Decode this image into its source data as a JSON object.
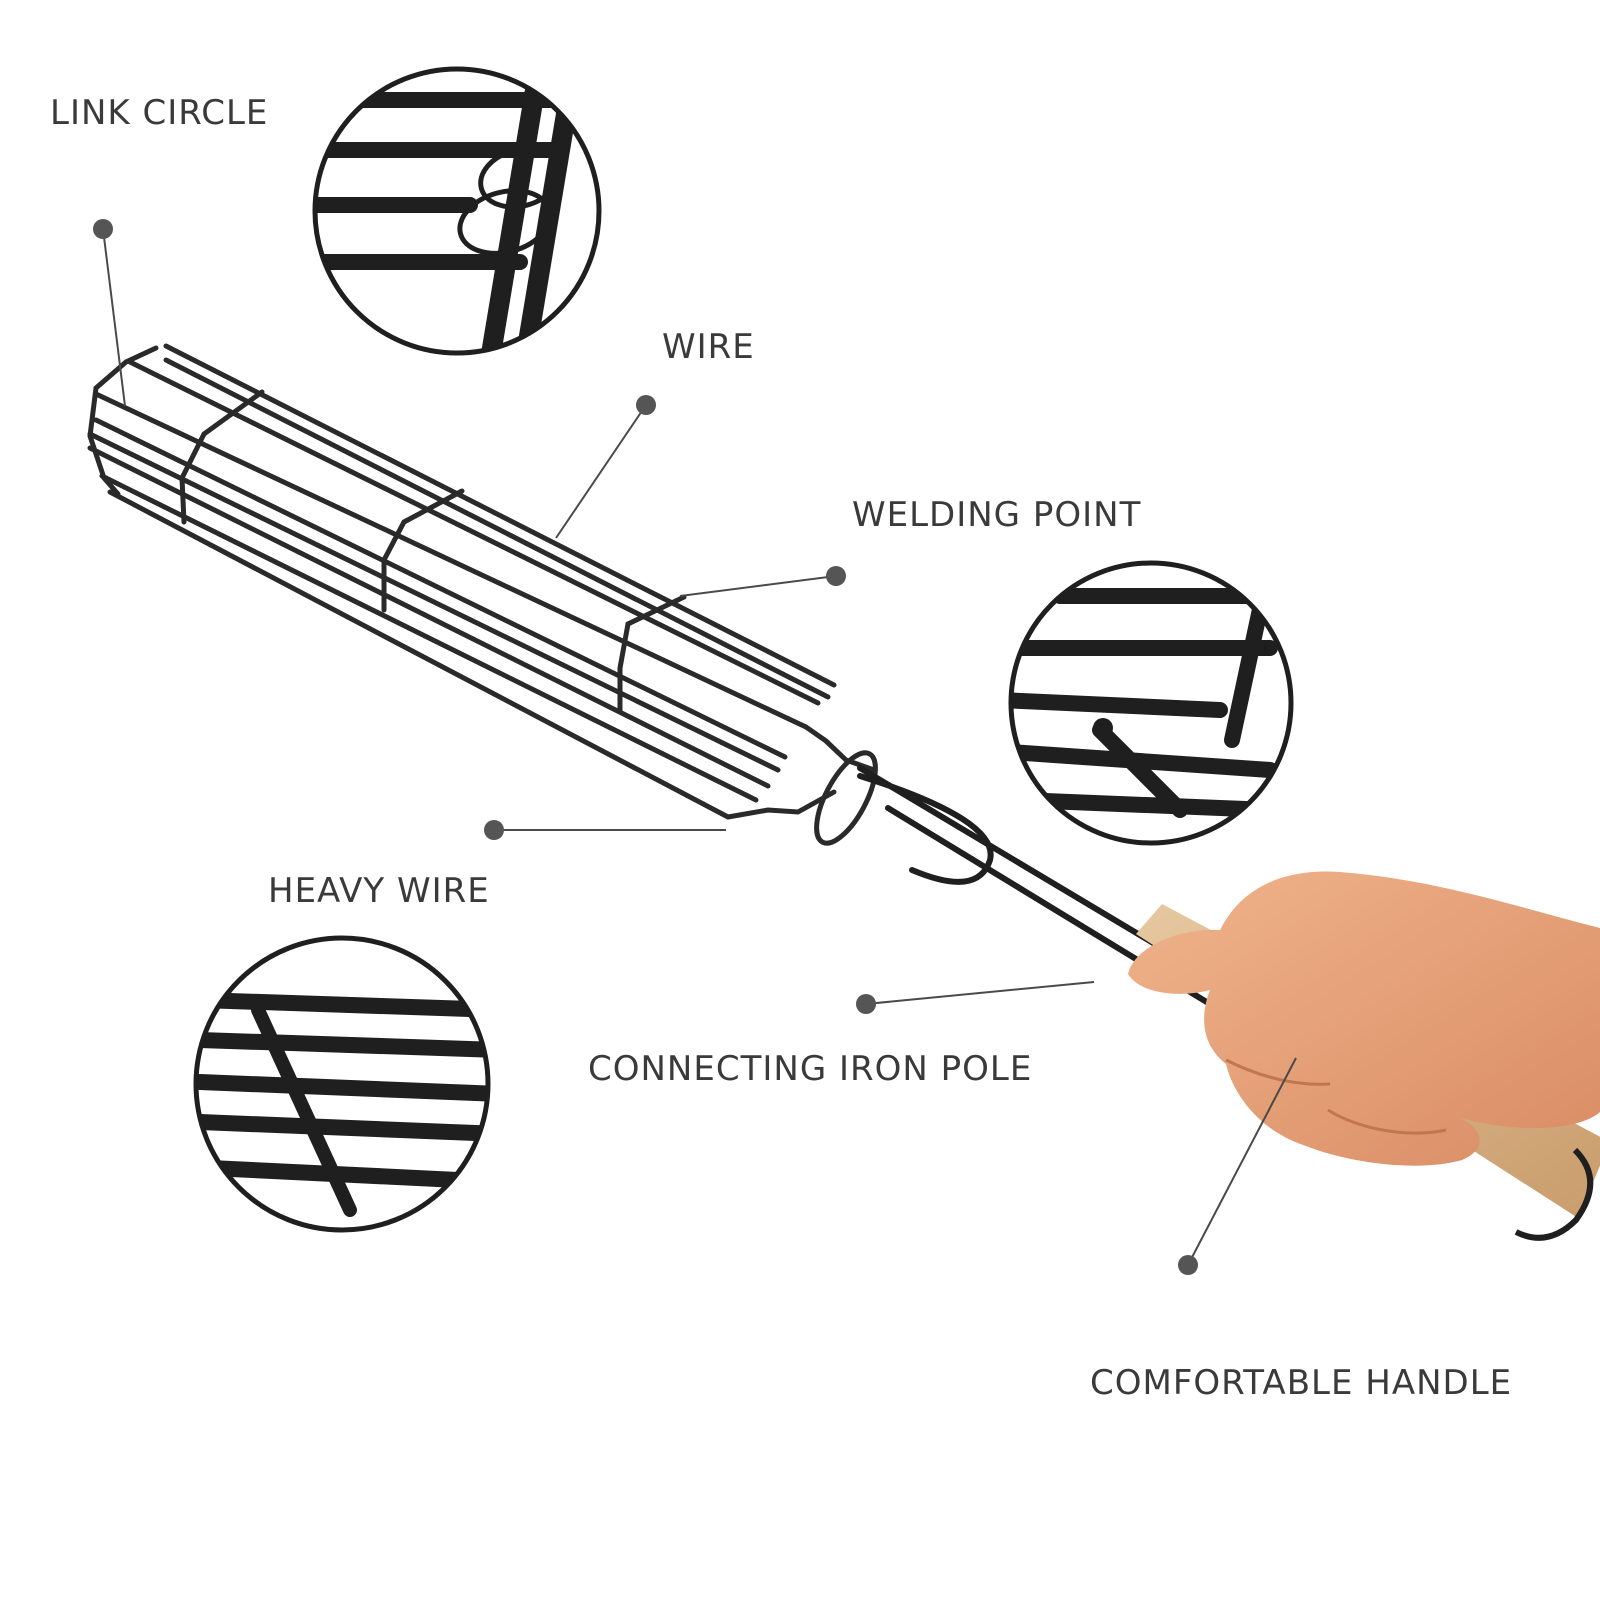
{
  "labels": {
    "link_circle": "LINK CIRCLE",
    "wire": "WIRE",
    "welding_point": "WELDING POINT",
    "heavy_wire": "HEAVY WIRE",
    "connecting_iron_pole": "CONNECTING IRON POLE",
    "comfortable_handle": "COMFORTABLE HANDLE"
  },
  "colors": {
    "text": "#3a3a3a",
    "wire": "#2a2a2a",
    "dot": "#555555",
    "wood": "#d7b48a",
    "skin": "#e8a27a"
  },
  "icons": {
    "callout_dot": "filled-circle",
    "zoom_lens": "circle-magnifier"
  }
}
